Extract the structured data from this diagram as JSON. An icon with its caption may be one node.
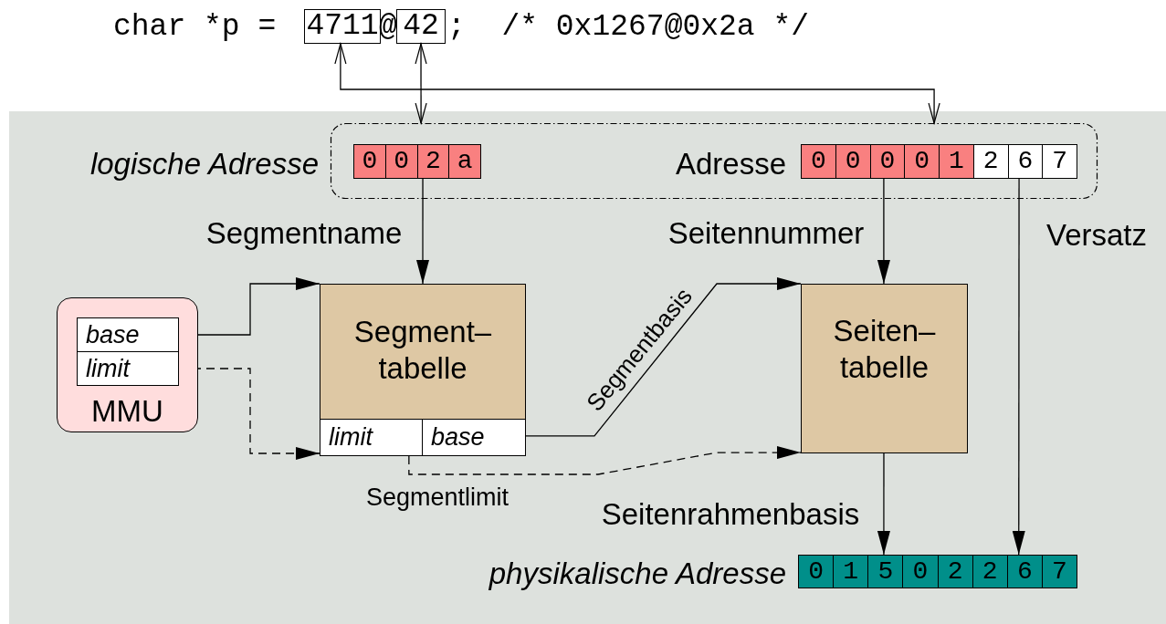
{
  "diagram": {
    "nodes": [
      {
        "text": [
          "4711"
        ]
      },
      {
        "text": [
          "42"
        ]
      },
      {
        "text": [],
        "shape": "box"
      },
      {
        "text": [
          "0",
          "0",
          "2",
          "a"
        ],
        "in": 2,
        "beside": [
          "logische Adresse"
        ]
      },
      {
        "text": [
          "0",
          "0",
          "0",
          "0",
          "1",
          "2",
          "6",
          "7"
        ],
        "in": 2,
        "beside": [
          "Adresse"
        ]
      },
      {
        "text": [
          "MMU"
        ]
      },
      {
        "text": [
          "base"
        ],
        "in": 5
      },
      {
        "text": [
          "limit"
        ],
        "in": 5
      },
      {
        "text": [
          "Segment– tabelle"
        ]
      },
      {
        "text": [
          "limit"
        ],
        "in": 8
      },
      {
        "text": [
          "base"
        ],
        "in": 8
      },
      {
        "text": [
          "Seiten– tabelle"
        ]
      },
      {
        "text": [
          "0",
          "1",
          "5",
          "0",
          "2",
          "2",
          "6",
          "7"
        ],
        "beside": [
          "physikalische Adresse"
        ]
      }
    ],
    "edges": [
      {
        "from": 0,
        "to": 2,
        "arrow": "both"
      },
      {
        "from": 1,
        "to": 2,
        "arrow": "both"
      },
      {
        "from": 3,
        "to": 8,
        "arrow": "to",
        "label": "Segmentname"
      },
      {
        "from": 4,
        "to": 11,
        "arrow": "to",
        "label": "Seitennummer"
      },
      {
        "from": 4,
        "to": 12,
        "arrow": "to",
        "label": "Versatz"
      },
      {
        "from": 6,
        "to": 8,
        "arrow": "to"
      },
      {
        "from": 7,
        "to": 8,
        "arrow": "to",
        "style": "dashed"
      },
      {
        "from": 10,
        "to": 11,
        "arrow": "to",
        "label": "Segmentbasis"
      },
      {
        "from": 9,
        "to": 11,
        "arrow": "to",
        "style": "dashed",
        "label": "Segmentlimit"
      },
      {
        "from": 11,
        "to": 12,
        "arrow": "to",
        "label": "Seitenrahmenbasis"
      }
    ],
    "labels": [
      "char *p =",
      "@",
      ";  /* 0x1267@0x2a */"
    ]
  }
}
